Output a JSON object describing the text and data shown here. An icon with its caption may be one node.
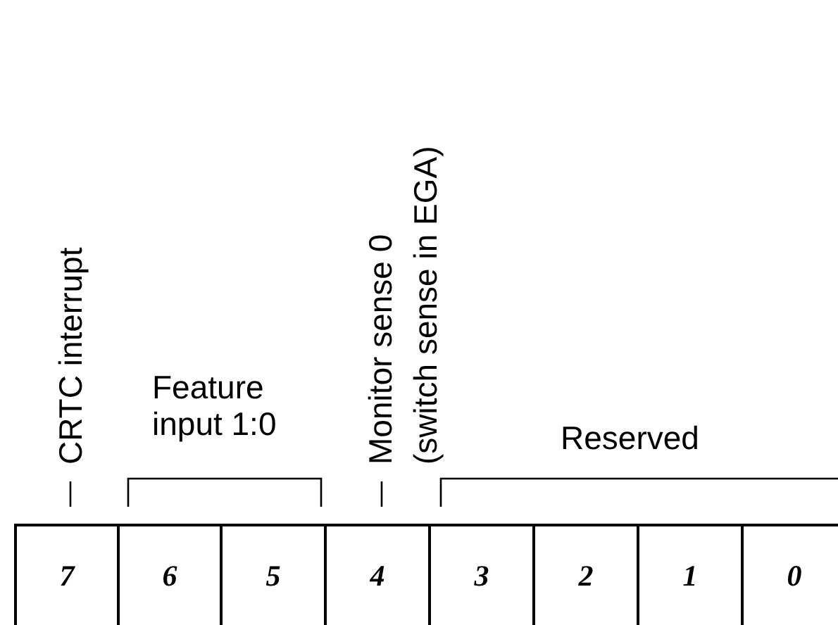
{
  "diagram": {
    "nodes": [
      {
        "text": [
          "7"
        ]
      },
      {
        "text": [
          "6"
        ]
      },
      {
        "text": [
          "5"
        ]
      },
      {
        "text": [
          "4"
        ]
      },
      {
        "text": [
          "3"
        ]
      },
      {
        "text": [
          "2"
        ]
      },
      {
        "text": [
          "1"
        ]
      },
      {
        "text": [
          "0"
        ]
      }
    ],
    "labels": [
      "CRTC interrupt",
      "Feature input 1:0",
      "Monitor sense 0",
      "(switch sense in EGA)",
      "Reserved"
    ]
  }
}
